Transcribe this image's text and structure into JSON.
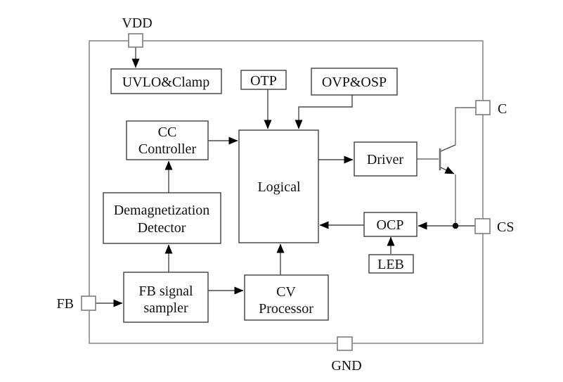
{
  "diagram": {
    "type": "ic-functional-block-diagram",
    "pins": {
      "vdd": {
        "label": "VDD"
      },
      "fb": {
        "label": "FB"
      },
      "c": {
        "label": "C"
      },
      "cs": {
        "label": "CS"
      },
      "gnd": {
        "label": "GND"
      }
    },
    "blocks": {
      "uvlo_clamp": {
        "label": "UVLO&Clamp"
      },
      "otp": {
        "label": "OTP"
      },
      "ovp_osp": {
        "label": "OVP&OSP"
      },
      "cc_controller": {
        "line1": "CC",
        "line2": "Controller"
      },
      "logical": {
        "label": "Logical"
      },
      "driver": {
        "label": "Driver"
      },
      "demag_detector": {
        "line1": "Demagnetization",
        "line2": "Detector"
      },
      "ocp": {
        "label": "OCP"
      },
      "leb": {
        "label": "LEB"
      },
      "fb_signal_sampler": {
        "line1": "FB signal",
        "line2": "sampler"
      },
      "cv_processor": {
        "line1": "CV",
        "line2": "Processor"
      }
    },
    "symbols": {
      "transistor": "npn-bjt"
    },
    "connections": [
      "VDD pin -> UVLO&Clamp",
      "OTP -> Logical",
      "OVP&OSP -> Logical",
      "CC Controller -> Logical",
      "Demagnetization Detector -> CC Controller",
      "FB signal sampler -> Demagnetization Detector",
      "FB pin -> FB signal sampler",
      "FB signal sampler -> CV Processor",
      "CV Processor -> Logical",
      "Logical -> Driver",
      "Driver -> transistor base",
      "transistor collector -> C pin",
      "transistor emitter -> CS node",
      "CS node -> OCP",
      "OCP -> Logical",
      "LEB -> OCP"
    ],
    "colors": {
      "background": "#ffffff",
      "block_border": "#3f3f3f",
      "outer_border": "#828282",
      "connector": "#4a4a4a",
      "arrow_fill": "#000000",
      "text": "#111111"
    }
  }
}
